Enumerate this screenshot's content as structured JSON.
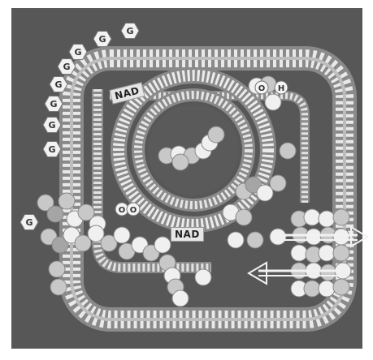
{
  "colors": {
    "frame": "#5b5b5b",
    "membrane_light": "#eeeeee",
    "membrane_dark": "#8a8a8a",
    "particle_light": "#f0f0f0",
    "particle_mid": "#c8c8c8",
    "particle_dark": "#a5a5a5",
    "label_bg": "#e6e6e6"
  },
  "labels": {
    "nad_top": "NAD",
    "nad_bottom": "NAD",
    "glucose_letter": "G",
    "small_o": "O",
    "small_h": "H"
  }
}
